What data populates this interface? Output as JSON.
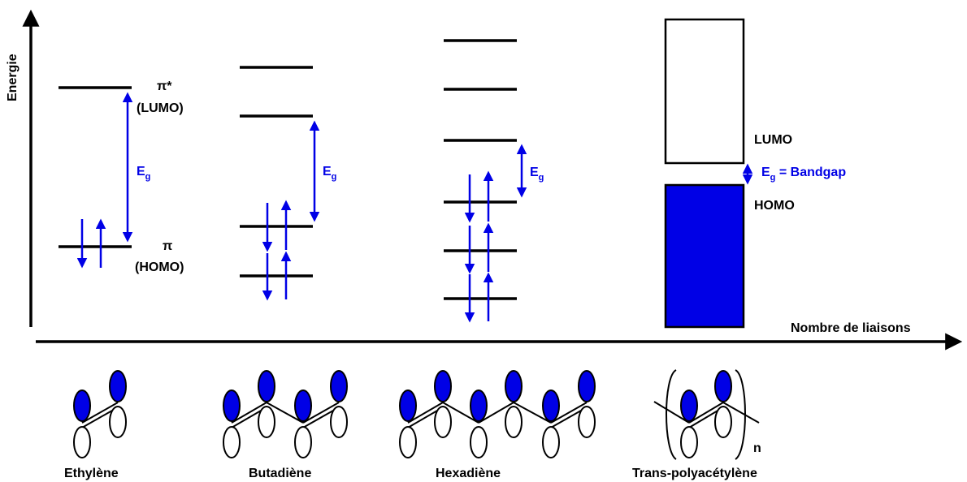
{
  "axes": {
    "y_label": "Energie",
    "x_label": "Nombre de liaisons"
  },
  "ethylene": {
    "lumo_symbol": "π*",
    "lumo_label": "(LUMO)",
    "homo_symbol": "π",
    "homo_label": "(HOMO)",
    "gap_main": "E",
    "gap_sub": "g",
    "name": "Ethylène"
  },
  "butadiene": {
    "gap_main": "E",
    "gap_sub": "g",
    "name": "Butadiène"
  },
  "hexadiene": {
    "gap_main": "E",
    "gap_sub": "g",
    "name": "Hexadiène"
  },
  "polyacetylene": {
    "lumo_label": "LUMO",
    "homo_label": "HOMO",
    "gap_main": "E",
    "gap_sub": "g",
    "gap_suffix": " = Bandgap",
    "repeat_subscript": "n",
    "name": "Trans-polyacétylène"
  },
  "colors": {
    "accent": "#0000e6",
    "line": "#000000"
  }
}
